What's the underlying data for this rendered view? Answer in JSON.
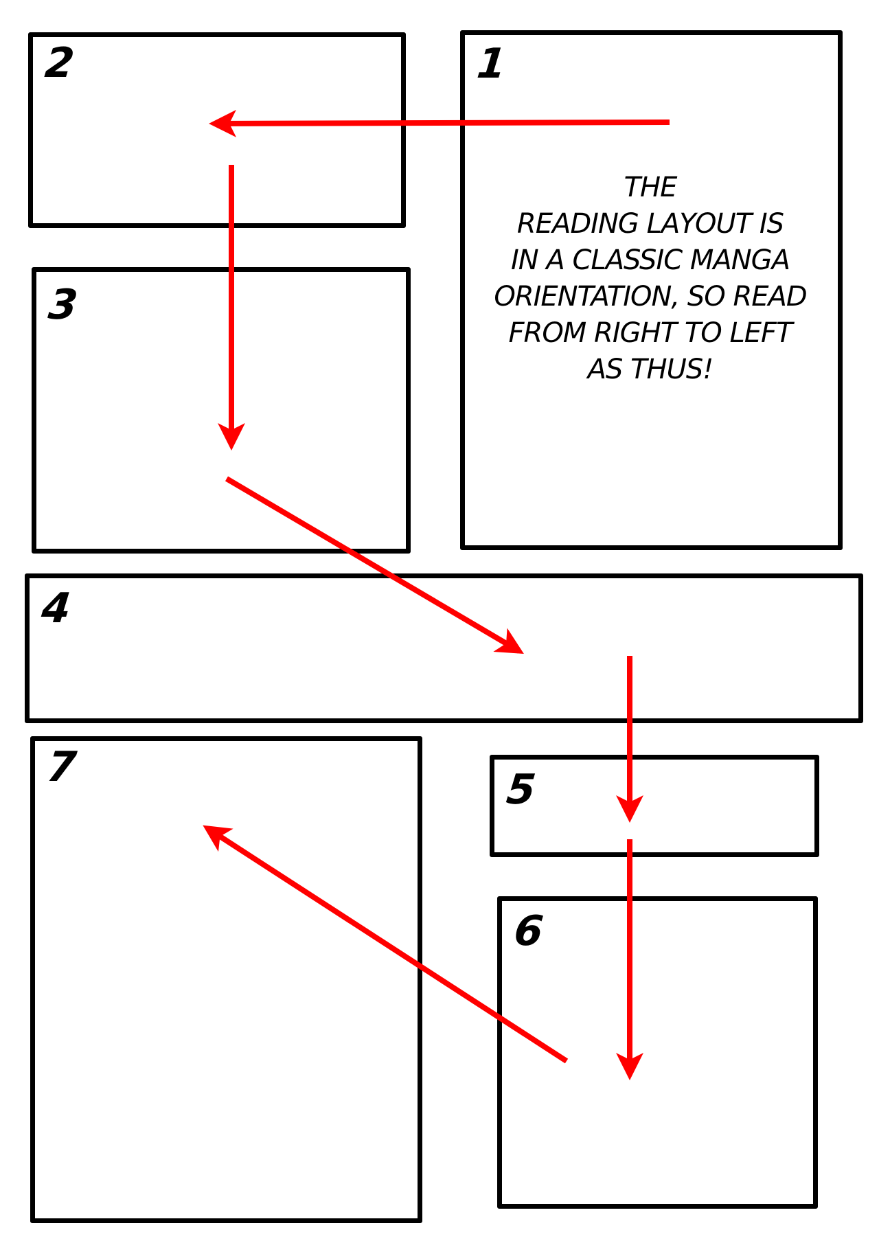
{
  "panels": [
    {
      "label": "1"
    },
    {
      "label": "2"
    },
    {
      "label": "3"
    },
    {
      "label": "4"
    },
    {
      "label": "5"
    },
    {
      "label": "6"
    },
    {
      "label": "7"
    }
  ],
  "caption": "The\nreading layout is\nin a classic manga\norientation, so read\nfrom right to left\nas thus!",
  "colors": {
    "border": "#000000",
    "arrow": "#ff0000"
  }
}
